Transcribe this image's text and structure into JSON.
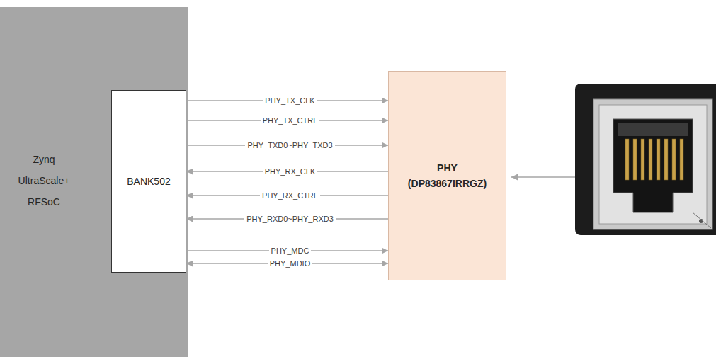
{
  "diagram": {
    "nodes": [
      {
        "text": [
          "Zynq UltraScale+ RFSoC"
        ]
      },
      {
        "text": [
          "BANK502"
        ],
        "in": 0
      },
      {
        "text": [
          "PHY (DP83867IRRGZ)"
        ]
      }
    ],
    "edges": [
      {
        "from": 1,
        "to": 2,
        "arrow": "to",
        "label": "PHY_TX_CLK"
      },
      {
        "from": 1,
        "to": 2,
        "arrow": "to",
        "label": "PHY_TX_CTRL"
      },
      {
        "from": 1,
        "to": 2,
        "arrow": "to",
        "label": "PHY_TXD0~PHY_TXD3"
      },
      {
        "from": 2,
        "to": 1,
        "arrow": "to",
        "label": "PHY_RX_CLK"
      },
      {
        "from": 2,
        "to": 1,
        "arrow": "to",
        "label": "PHY_RX_CTRL"
      },
      {
        "from": 2,
        "to": 1,
        "arrow": "to",
        "label": "PHY_RXD0~PHY_RXD3"
      },
      {
        "from": 1,
        "to": 2,
        "arrow": "to",
        "label": "PHY_MDC"
      },
      {
        "from": 1,
        "to": 2,
        "arrow": "both",
        "label": "PHY_MDIO"
      }
    ]
  }
}
